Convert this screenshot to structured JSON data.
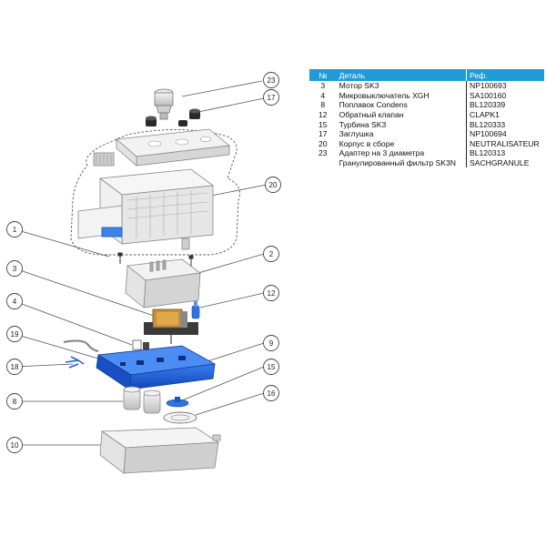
{
  "table": {
    "headers": {
      "no": "№",
      "name": "Деталь",
      "ref": "Реф."
    },
    "rows": [
      {
        "no": "3",
        "name": "Мотор SK3",
        "ref": "NP100693"
      },
      {
        "no": "4",
        "name": "Микровыключатель XGH",
        "ref": "SA100160"
      },
      {
        "no": "8",
        "name": "Поплавок Condens",
        "ref": "BL120339"
      },
      {
        "no": "12",
        "name": "Обратный клапан",
        "ref": "CLAPK1"
      },
      {
        "no": "15",
        "name": "Турбина SK3",
        "ref": "BL120333"
      },
      {
        "no": "17",
        "name": "Заглушка",
        "ref": "NP100694"
      },
      {
        "no": "20",
        "name": "Корпус в сборе",
        "ref": "NEUTRALISATEUR"
      },
      {
        "no": "23",
        "name": "Адаптер на 3 диаметра",
        "ref": "BL120313"
      },
      {
        "no": "",
        "name": "Гранулированный фильтр SK3N",
        "ref": "SACHGRANULE"
      }
    ]
  },
  "callouts": {
    "c23": "23",
    "c17": "17",
    "c20": "20",
    "c1": "1",
    "c2": "2",
    "c3": "3",
    "c12": "12",
    "c4": "4",
    "c9": "9",
    "c19": "19",
    "c18": "18",
    "c15": "15",
    "c8": "8",
    "c16": "16",
    "c10": "10"
  },
  "colors": {
    "header_bg": "#1f9cd8",
    "blue_part": "#1e5fd6",
    "line": "#555555"
  }
}
